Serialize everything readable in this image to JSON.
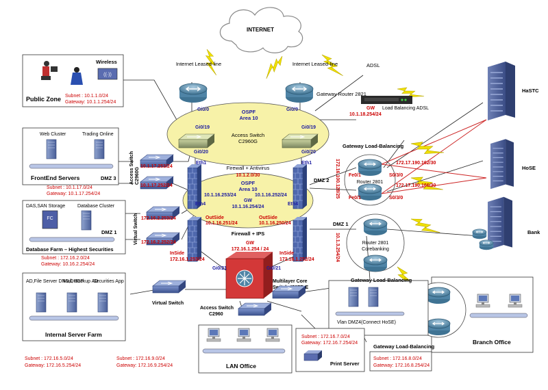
{
  "internet": {
    "label": "INTERNET"
  },
  "links": {
    "leased_line_1": "Internet Leased-line",
    "leased_line_2": "Internet Leased-line",
    "adsl": "ADSL"
  },
  "gateway_router": {
    "label": "Gateway Router 2821"
  },
  "load_balancing_adsl": {
    "label": "Load Balancing ADSL"
  },
  "gw_top": {
    "title": "GW",
    "ip": "10.1.18.254/24"
  },
  "ospf_top": {
    "title": "OSPF",
    "area": "Area 10"
  },
  "ports_top": {
    "gi00_a": "Gi0/0",
    "gi00_b": "Gi0/0",
    "gi019_a": "Gi0/19",
    "gi019_b": "Gi0/19",
    "gi020_a": "Gi0/20",
    "gi020_b": "Gi0/20",
    "eth1_a": "Eth1",
    "eth1_b": "Eth1"
  },
  "access_switch_core": {
    "label": "Access Switch",
    "model": "C2960G"
  },
  "public_zone": {
    "title": "Public Zone",
    "wireless": "Wireless",
    "subnet": "Subnet : 10.1.1.0/24",
    "gateway": "Gateway: 10.1.1.254/24"
  },
  "frontend": {
    "web_cluster": "Web Cluster",
    "trading": "Trading Online",
    "title": "FrontEnd Servers",
    "dmz": "DMZ 3",
    "subnet": "Subnet : 10.1.17.0/24",
    "gateway": "Gateway: 10.1.17.254/24"
  },
  "database_farm": {
    "storage": "DAS,SAN Storage",
    "cluster": "Database Cluster",
    "dmz": "DMZ 1",
    "title": "Database Farm – Highest Securities",
    "subnet": "Subnet : 172.16.2.0/24",
    "gateway": "Gateway: 10.16.2.254/24"
  },
  "access_switch_left": {
    "label": "Access Switch",
    "model": "C2960G",
    "ip1": "10.1.17.253/24",
    "ip2": "10.1.17.252/24"
  },
  "virtual_switch_left": {
    "label": "Virtual Switch",
    "ip1": "172.16.2.253/24",
    "ip2": "172.16.2.252/24"
  },
  "firewall_antivirus": {
    "label": "Firewall + Antivirus",
    "ip": "10.1.2.0/30"
  },
  "ospf_mid": {
    "title": "OSPF",
    "area": "Area 10",
    "gw_title": "GW",
    "gw_ip": "10.1.16.254/24"
  },
  "mid_ips": {
    "left_ip": "10.1.16.253/24",
    "right_ip": "10.1.16.252/24",
    "eth4_a": "Eth4",
    "eth4_b": "Eth4"
  },
  "outside": {
    "left_title": "OutSide",
    "left_ip": "10.1.16.251/24",
    "right_title": "OutSide",
    "right_ip": "10.1.16.250/24"
  },
  "firewall_ips": {
    "label": "Firewall + IPS"
  },
  "inside": {
    "left_title": "InSide",
    "left_ip": "172.16.1.253/24",
    "right_title": "InSide",
    "right_ip": "172.16.1.252/24"
  },
  "core_gw": {
    "title": "GW",
    "ip": "172.16.1.254 / 24",
    "port_a": "Gi0/21",
    "port_b": "Gi0/21"
  },
  "core_switch": {
    "label": "Multilayer Core",
    "model": "Switch 4507R-E"
  },
  "dmz2": {
    "label": "DMZ 2",
    "ips": "172.16.100.128/25"
  },
  "gateway_lb_top": {
    "label": "Gateway Load-Balancing"
  },
  "router_2801_top": {
    "label": "Router 2801",
    "fe01_a": "Fe0/1",
    "fe01_b": "Fe0/1",
    "s030_a": "S0/3/0",
    "s030_b": "S0/3/0"
  },
  "hastc": {
    "label": "HaSTC",
    "ip": "172.17.190.162/30"
  },
  "hose": {
    "label": "HoSE",
    "ip": "172.17.190.166/30"
  },
  "bank": {
    "label": "Bank"
  },
  "dmz1_right": {
    "label": "DMZ 1",
    "ip": "10.1.3.254/24"
  },
  "router_corebanking": {
    "label": "Router 2801",
    "sub": "Corebanking"
  },
  "internal_farm": {
    "ad": "AD,File Server DNS,DHCP",
    "mail": "Mail, Backup AD",
    "sec": "Securities App",
    "title": "Internal Server Farm",
    "subnet": "Subnet : 172.16.5.0/24",
    "gateway": "Gateway: 172.16.5.254/24"
  },
  "virtual_switch_bottom": {
    "label": "Virtual Switch"
  },
  "access_switch_lan": {
    "label": "Access Switch",
    "model": "C2960"
  },
  "lan_office": {
    "title": "LAN Office",
    "subnet": "Subnet : 172.16.9.0/24",
    "gateway": "Gateway: 172.16.9.254/24"
  },
  "gateway_lb_mid": {
    "label": "Gateway Load-Balancing"
  },
  "vlan_dmz4": {
    "label": "Vlan DMZ4(Connect HoSE)"
  },
  "print_server": {
    "label": "Print Server",
    "subnet": "Subnet : 172.16.7.0/24",
    "gateway": "Gateway: 172.16.7.254/24"
  },
  "gateway_lb_bottom": {
    "label": "Gateway Load-Balancing",
    "subnet": "Subnet : 172.16.8.0/24",
    "gateway": "Gateway: 172.16.8.254/24"
  },
  "branch_office": {
    "title": "Branch Office"
  },
  "colors": {
    "ellipse": "#f7f2a8",
    "red_text": "#cc0000",
    "blue_text": "#1a1aa0",
    "switch_blue": "#5a74b8",
    "lightning": "#f0e000"
  }
}
